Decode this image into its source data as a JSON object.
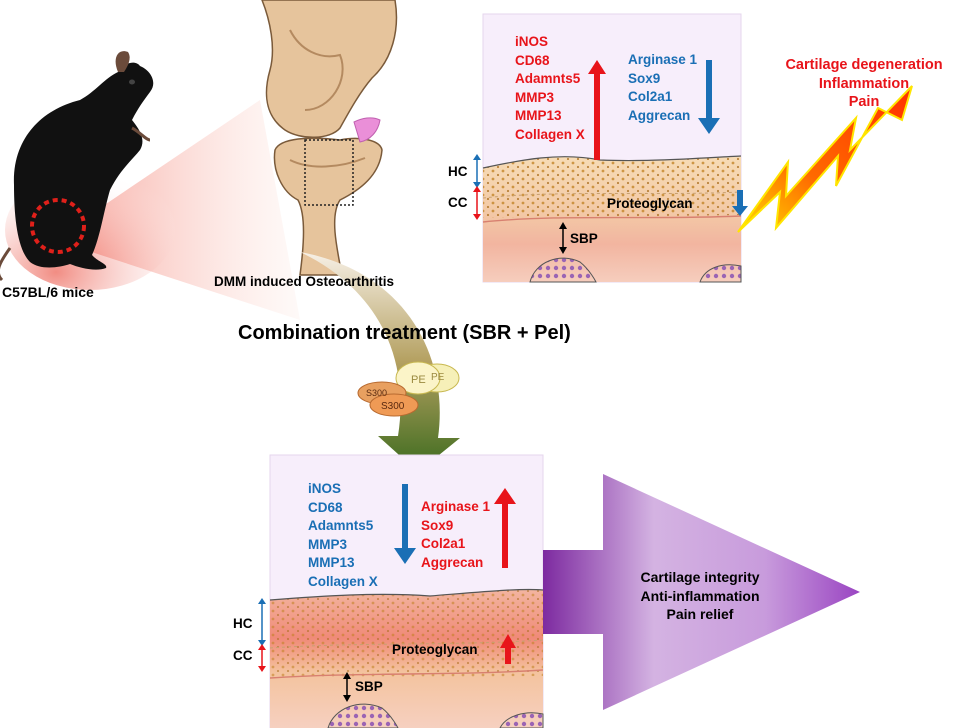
{
  "labels": {
    "mouse": "C57BL/6 mice",
    "knee": "DMM induced Osteoarthritis",
    "treatment": "Combination treatment (SBR + Pel)",
    "pill_s300": "S300",
    "pill_pe": "PE"
  },
  "disease_panel": {
    "up_markers": [
      "iNOS",
      "CD68",
      "Adamnts5",
      "MMP3",
      "MMP13",
      "Collagen X"
    ],
    "down_markers": [
      "Arginase 1",
      "Sox9",
      "Col2a1",
      "Aggrecan"
    ],
    "outcomes": [
      "Cartilage degeneration",
      "Inflammation",
      "Pain"
    ],
    "hc": "HC",
    "cc": "CC",
    "sbp": "SBP",
    "proteoglycan": "Proteoglycan"
  },
  "treated_panel": {
    "down_markers": [
      "iNOS",
      "CD68",
      "Adamnts5",
      "MMP3",
      "MMP13",
      "Collagen X"
    ],
    "up_markers": [
      "Arginase 1",
      "Sox9",
      "Col2a1",
      "Aggrecan"
    ],
    "outcomes": [
      "Cartilage integrity",
      "Anti-inflammation",
      "Pain relief"
    ],
    "hc": "HC",
    "cc": "CC",
    "sbp": "SBP",
    "proteoglycan": "Proteoglycan"
  },
  "colors": {
    "up": "#e8141a",
    "down": "#1a6fb5",
    "panel_bg": "#f7eefb",
    "arrow_purple": "#8e3fb0"
  }
}
